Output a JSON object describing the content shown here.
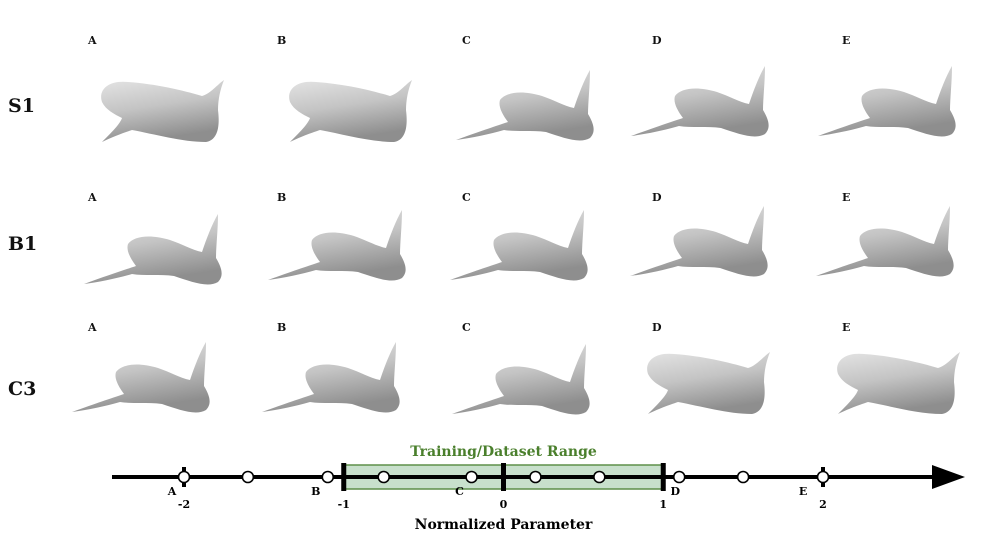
{
  "rows": [
    {
      "label": "S1",
      "cols": [
        "A",
        "B",
        "C",
        "D",
        "E"
      ]
    },
    {
      "label": "B1",
      "cols": [
        "A",
        "B",
        "C",
        "D",
        "E"
      ]
    },
    {
      "label": "C3",
      "cols": [
        "A",
        "B",
        "C",
        "D",
        "E"
      ]
    }
  ],
  "axis": {
    "title": "Normalized Parameter",
    "range_label": "Training/Dataset Range",
    "range_min": -1,
    "range_max": 1,
    "axis_min": -2.5,
    "axis_max": 2.9,
    "tick_labels": [
      {
        "value": -2,
        "text": "-2"
      },
      {
        "value": -1,
        "text": "-1"
      },
      {
        "value": 0,
        "text": "0"
      },
      {
        "value": 1,
        "text": "1"
      },
      {
        "value": 2,
        "text": "2"
      }
    ],
    "points": [
      -2,
      -1.6,
      -1.1,
      -0.75,
      -0.2,
      0.2,
      0.6,
      1.1,
      1.5,
      2
    ],
    "point_letters": [
      {
        "value": -2,
        "text": "A"
      },
      {
        "value": -1.1,
        "text": "B"
      },
      {
        "value": -0.2,
        "text": "C"
      },
      {
        "value": 1.15,
        "text": "D"
      },
      {
        "value": 1.95,
        "text": "E"
      }
    ],
    "colors": {
      "range_fill": "#c8e0cc",
      "range_text": "#4a7f2c",
      "axis": "#000000"
    }
  }
}
